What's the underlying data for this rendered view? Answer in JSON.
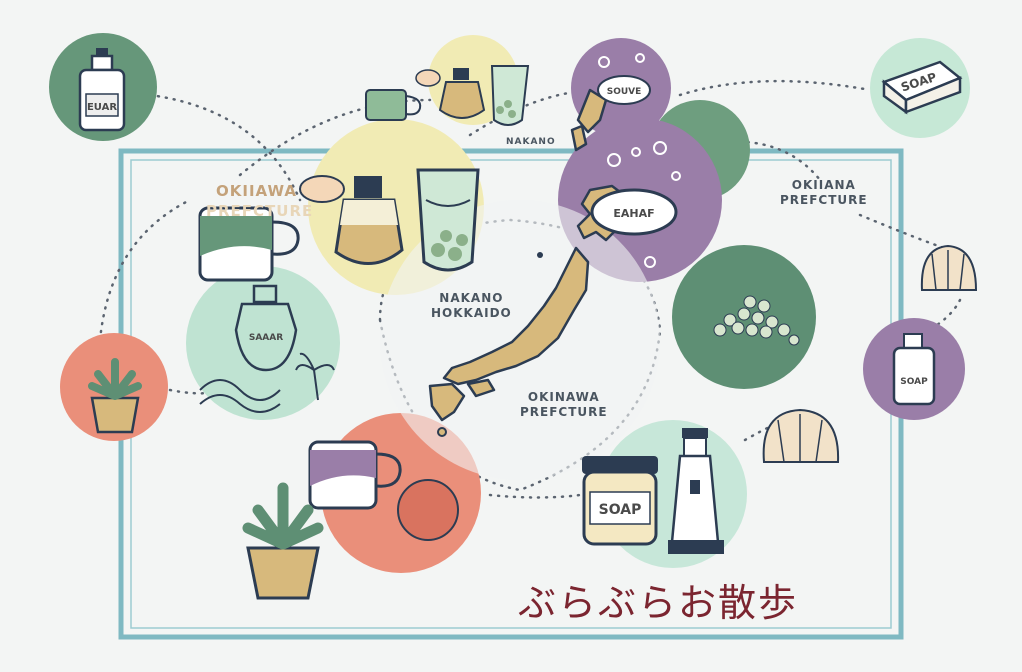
{
  "title": "ぶらぶらお散歩",
  "map_labels": {
    "nakano_top": "NAKANO",
    "nakano_hokkaido": "NAKANO\nHOKKAIDO",
    "okinawa_center": "OKINAWA\nPREFCTURE",
    "okiiawa_left": "OKIIAWA",
    "okiiawa_left_sub": "PREFCTURE",
    "okiiana_right": "OKIIANA\nPREFCTURE"
  },
  "item_labels": {
    "soap_top_right": "SOAP",
    "soap_jar": "SOAP",
    "soap_bottle_right": "SOAP",
    "bottle_top_left": "EUAR",
    "bottle_center": "SAAAR",
    "bar_small": "SOUVE",
    "bar_large": "EAHAF"
  },
  "colors": {
    "frame": "#7fb9c2",
    "sage": "#6e9f80",
    "mint": "#bfe3d2",
    "yellow": "#f3ecb3",
    "purple": "#9b7fa8",
    "coral": "#ea8f7a",
    "green": "#5d8f74",
    "tan": "#d7b97c",
    "navy": "#2c3c52",
    "title": "#7b2530"
  },
  "icons": [
    "bottle-icon",
    "mug-icon",
    "perfume-icon",
    "sachet-icon",
    "soap-bar-icon",
    "shell-icon",
    "succulent-icon",
    "lighthouse-icon",
    "japan-map-icon",
    "salt-pile-icon",
    "sponge-icon",
    "wave-icon",
    "palm-icon"
  ]
}
